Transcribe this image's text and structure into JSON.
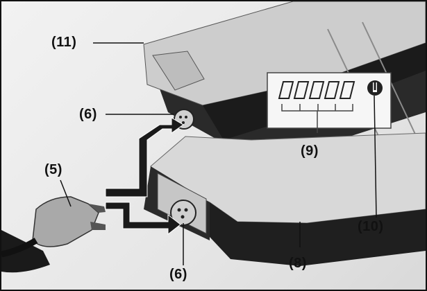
{
  "callouts": {
    "c11": "(11)",
    "c6_top": "(6)",
    "c5": "(5)",
    "c9": "(9)",
    "c10": "(10)",
    "c8": "(8)",
    "c6_bottom": "(6)"
  },
  "colors": {
    "housing_top": "#cfcfcf",
    "housing_dark": "#1e1e1e",
    "battery_light": "#d6d6d6",
    "battery_dark": "#222222",
    "plug": "#a9a9a9"
  }
}
